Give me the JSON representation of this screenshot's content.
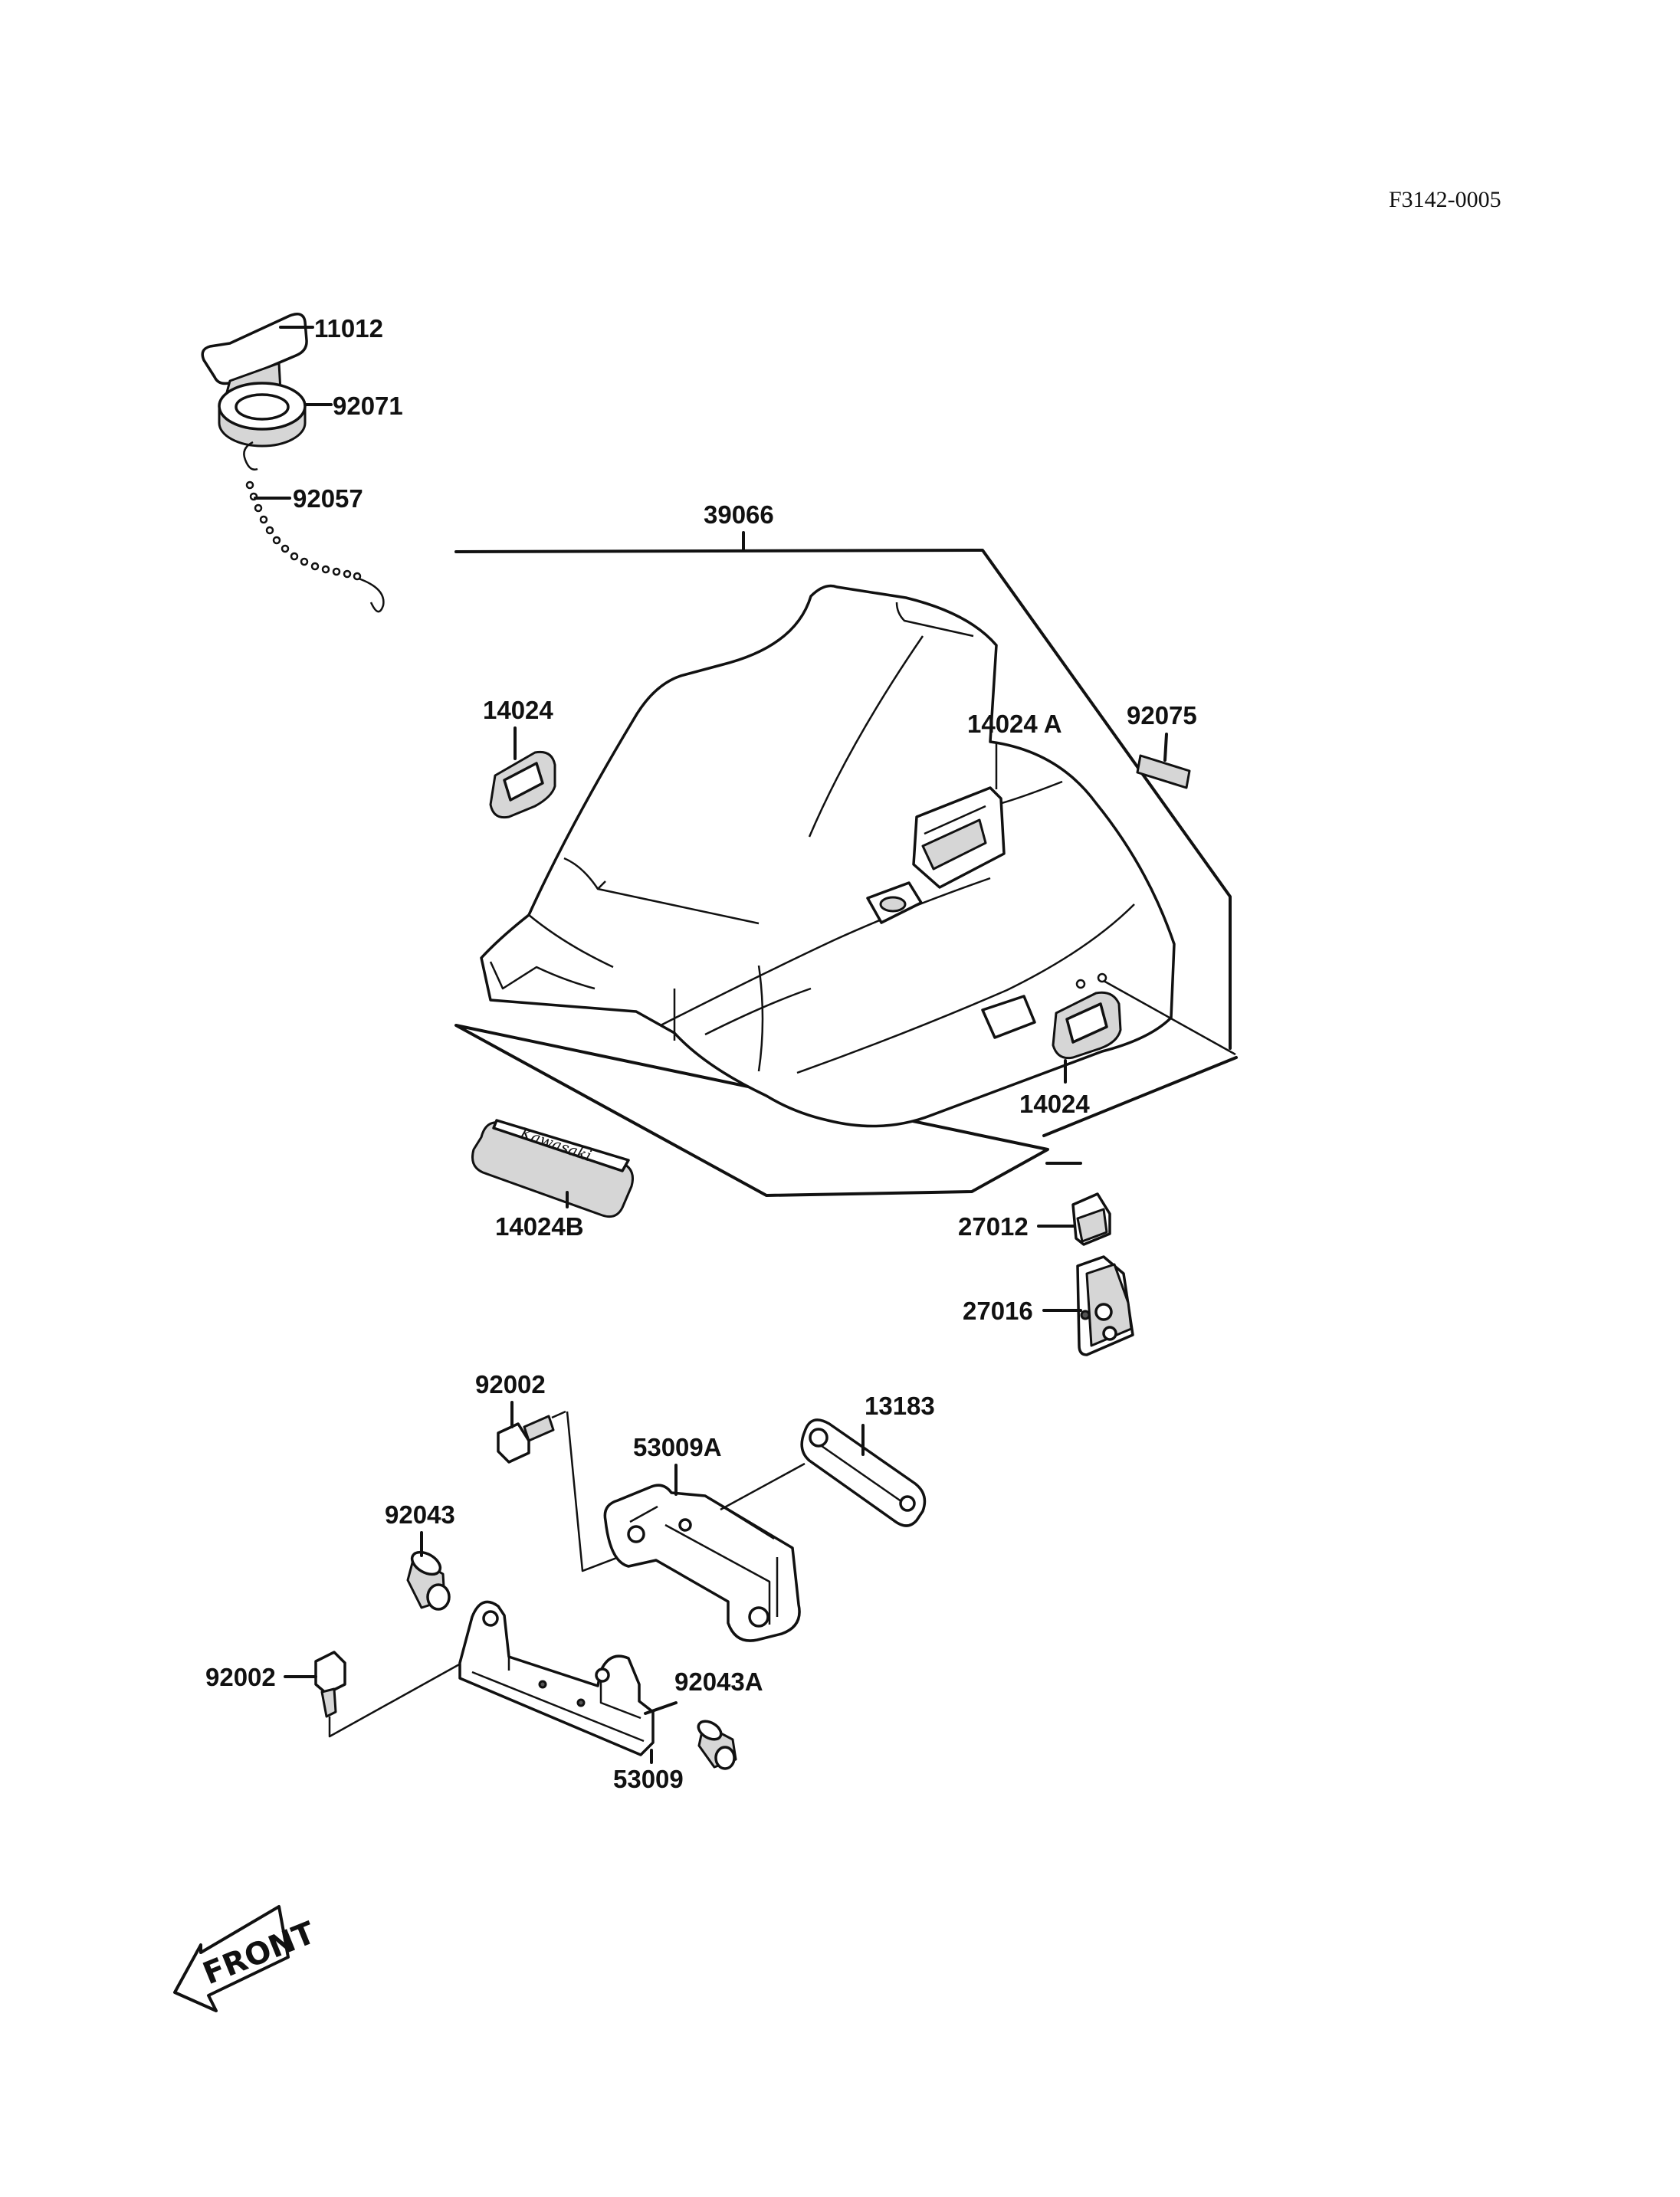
{
  "diagram": {
    "code": "F3142-0005",
    "labels": {
      "p11012": "11012",
      "p92071": "92071",
      "p92057": "92057",
      "p39066": "39066",
      "p14024_top": "14024",
      "p14024A": "14024 A",
      "p92075": "92075",
      "p14024_bottom": "14024",
      "p14024B": "14024B",
      "p27012": "27012",
      "p27016": "27016",
      "p92002_top": "92002",
      "p53009A": "53009A",
      "p13183": "13183",
      "p92043": "92043",
      "p92002_left": "92002",
      "p92043A": "92043A",
      "p53009": "53009"
    },
    "emblem_text": "Kawasaki",
    "arrow_text": "FRONT"
  }
}
